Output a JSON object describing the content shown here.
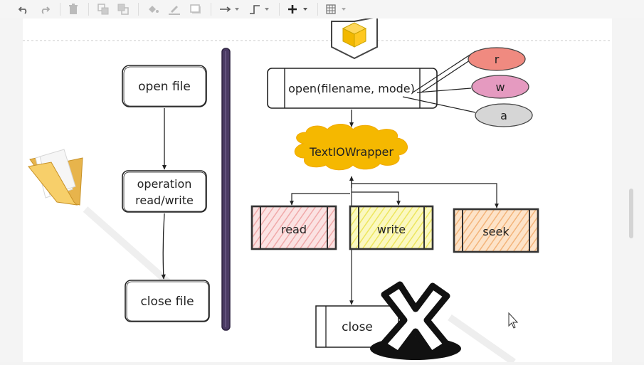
{
  "toolbar": {
    "items": [
      {
        "name": "undo-icon"
      },
      {
        "name": "redo-icon"
      },
      {
        "name": "delete-icon"
      },
      {
        "name": "to-front-icon"
      },
      {
        "name": "to-back-icon"
      },
      {
        "name": "fill-color-icon"
      },
      {
        "name": "line-color-icon"
      },
      {
        "name": "shadow-icon"
      },
      {
        "name": "connection-icon"
      },
      {
        "name": "waypoints-icon"
      },
      {
        "name": "insert-icon"
      },
      {
        "name": "table-icon"
      }
    ]
  },
  "diagram": {
    "left_flow": {
      "open_file": "open file",
      "operation_line1": "operation",
      "operation_line2": "read/write",
      "close_file": "close file"
    },
    "right_flow": {
      "open_call": "open(filename, mode)",
      "modes": [
        "r",
        "w",
        "a"
      ],
      "wrapper": "TextIOWrapper",
      "methods": [
        "read",
        "write",
        "seek"
      ],
      "close": "close"
    },
    "colors": {
      "divider": "#4a3a63",
      "wrapper": "#f5b800",
      "read": "#f5c6c6",
      "write": "#f5f08a",
      "seek": "#f7c99a",
      "mode_r": "#f08a80",
      "mode_w": "#e59ac0",
      "mode_a": "#d6d6d6"
    }
  }
}
